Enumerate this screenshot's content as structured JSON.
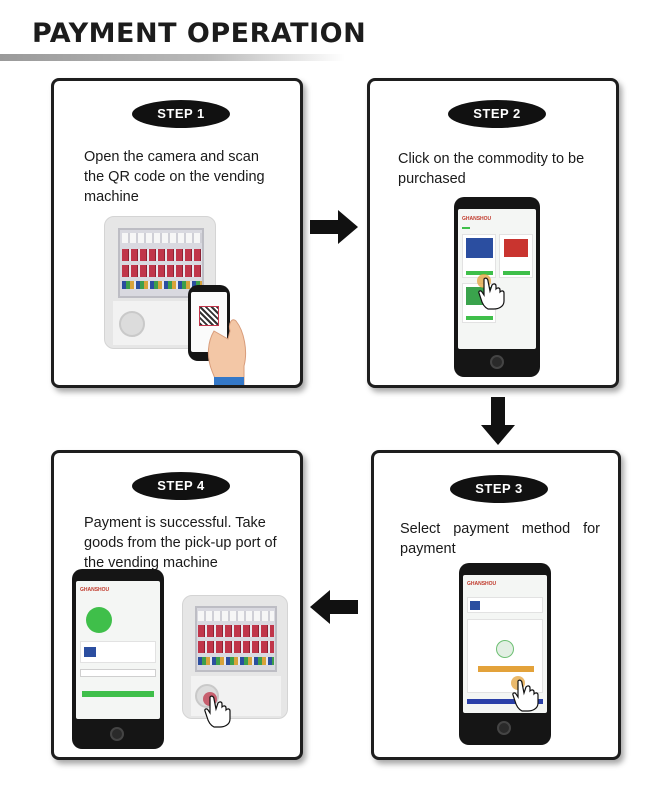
{
  "title": "PAYMENT OPERATION",
  "steps": [
    {
      "label": "STEP 1",
      "text": "Open the camera and scan the QR code on the vending machine"
    },
    {
      "label": "STEP 2",
      "text": "Click on the commodity to be purchased"
    },
    {
      "label": "STEP 3",
      "text": "Select payment method for payment"
    },
    {
      "label": "STEP 4",
      "text": "Payment is successful. Take goods from the pick-up port of the vending machine"
    }
  ],
  "colors": {
    "accent": "#3fbf4a",
    "dark": "#111111",
    "product": "#c0354a"
  }
}
